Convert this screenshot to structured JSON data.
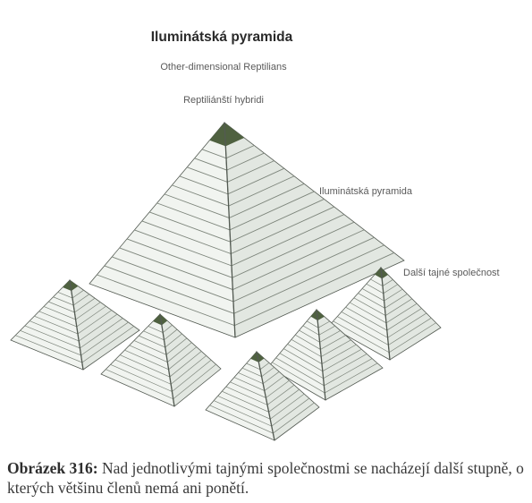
{
  "title": "Iluminátská pyramida",
  "labels": {
    "top_1": "Other-dimensional Reptilians",
    "top_2": "Reptiliánští hybridi",
    "main_pyramid": "Iluminátská pyramida",
    "small_pyramids": "Další tajné společnost"
  },
  "caption": {
    "label": "Obrázek 316:",
    "text": " Nad jednotlivými tajnými společnostmi se nacházejí další stupně, o kterých většinu členů nemá ani ponětí."
  },
  "colors": {
    "apex": "#4f6140",
    "face_left": "#f1f4f0",
    "face_right": "#e2e7e1",
    "stripe": "#7d857b",
    "edge": "#535a52"
  }
}
